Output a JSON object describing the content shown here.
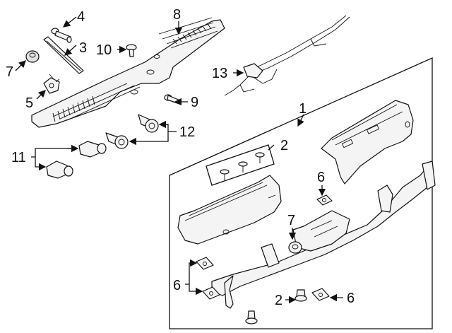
{
  "callouts": {
    "c1": "1",
    "c2a": "2",
    "c2b": "2",
    "c3": "3",
    "c4": "4",
    "c5": "5",
    "c6a": "6",
    "c6b": "6",
    "c6c": "6",
    "c7a": "7",
    "c7b": "7",
    "c8": "8",
    "c9": "9",
    "c10": "10",
    "c11": "11",
    "c12": "12",
    "c13": "13"
  }
}
